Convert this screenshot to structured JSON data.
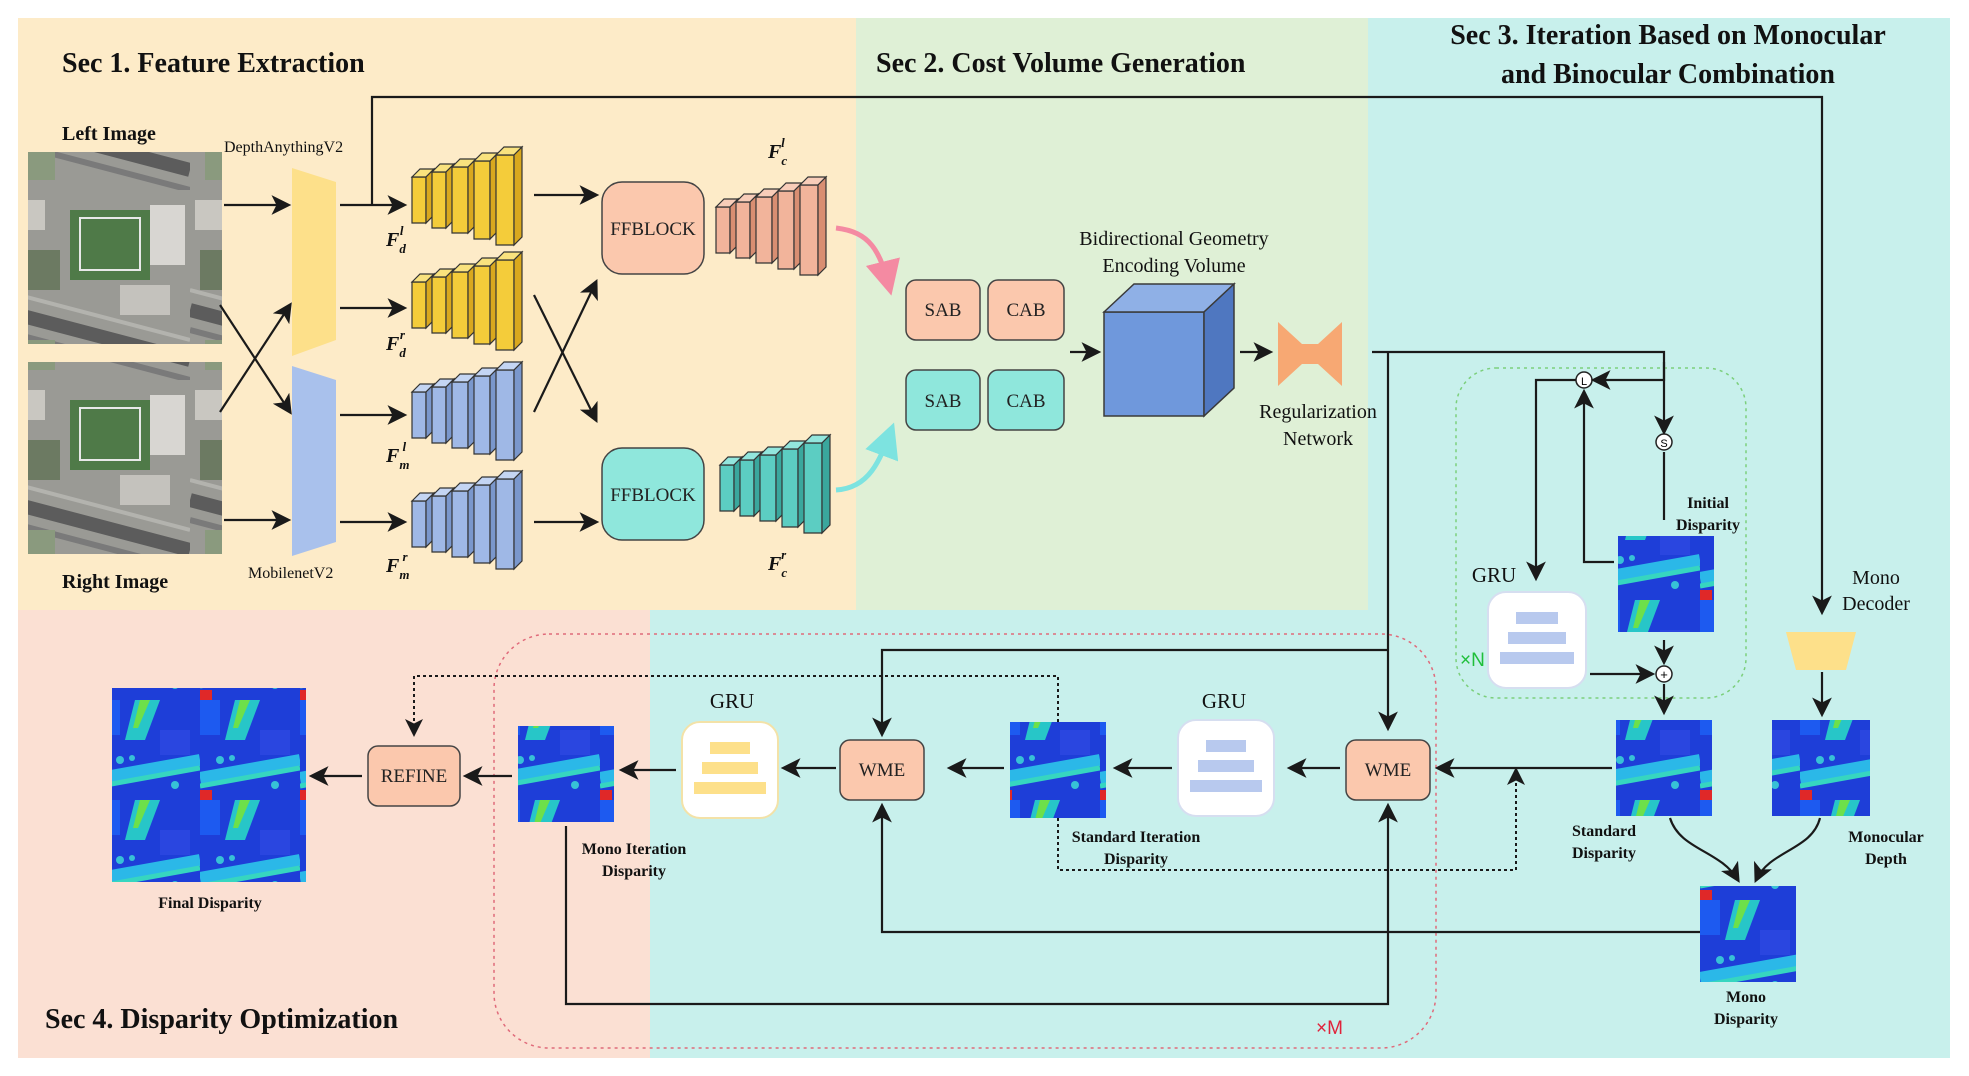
{
  "colors": {
    "sec1_bg": "#fdebc8",
    "sec2_bg": "#dff0d6",
    "sec3_bg": "#c8f0ec",
    "sec4_bg": "#fbe0d3",
    "orange_box": "#fbc8ad",
    "teal_box": "#8fe7dc",
    "yellow_feature": "#f4cc3a",
    "blue_feature": "#9fb8e6",
    "cost_cube": "#6f98dc",
    "regularization": "#f7a873",
    "pink_arrow": "#f48aa2",
    "cyan_arrow": "#7de3e0"
  },
  "sections": {
    "sec1": "Sec 1.  Feature Extraction",
    "sec2": "Sec 2.  Cost Volume Generation",
    "sec3_line1": "Sec 3.  Iteration Based on Monocular",
    "sec3_line2": "and Binocular Combination",
    "sec4": "Sec 4.  Disparity Optimization"
  },
  "inputs": {
    "left": "Left Image",
    "right": "Right Image"
  },
  "encoders": {
    "depth": "DepthAnythingV2",
    "mobile": "MobilenetV2"
  },
  "features": {
    "Fd_l": {
      "base": "F",
      "sub": "d",
      "sup": "l"
    },
    "Fd_r": {
      "base": "F",
      "sub": "d",
      "sup": "r"
    },
    "Fm_l": {
      "base": "F",
      "sub": "m",
      "sup": "l"
    },
    "Fm_r": {
      "base": "F",
      "sub": "m",
      "sup": "r"
    },
    "Fc_l": {
      "base": "F",
      "sub": "c",
      "sup": "l"
    },
    "Fc_r": {
      "base": "F",
      "sub": "c",
      "sup": "r"
    }
  },
  "blocks": {
    "ffblock": "FFBLOCK",
    "sab": "SAB",
    "cab": "CAB",
    "bgev_line1": "Bidirectional Geometry",
    "bgev_line2": "Encoding Volume",
    "reg_line1": "Regularization",
    "reg_line2": "Network",
    "gru": "GRU",
    "wme": "WME",
    "refine": "REFINE",
    "mono_decoder_line1": "Mono",
    "mono_decoder_line2": "Decoder",
    "times_n": "×N",
    "times_m": "×M",
    "op_l": "L",
    "op_s": "S",
    "op_plus": "+"
  },
  "disparity_labels": {
    "initial_line1": "Initial",
    "initial_line2": "Disparity",
    "standard_line1": "Standard",
    "standard_line2": "Disparity",
    "monocular_line1": "Monocular",
    "monocular_line2": "Depth",
    "mono_disp_line1": "Mono",
    "mono_disp_line2": "Disparity",
    "std_iter_line1": "Standard Iteration",
    "std_iter_line2": "Disparity",
    "mono_iter_line1": "Mono Iteration",
    "mono_iter_line2": "Disparity",
    "final": "Final Disparity"
  }
}
